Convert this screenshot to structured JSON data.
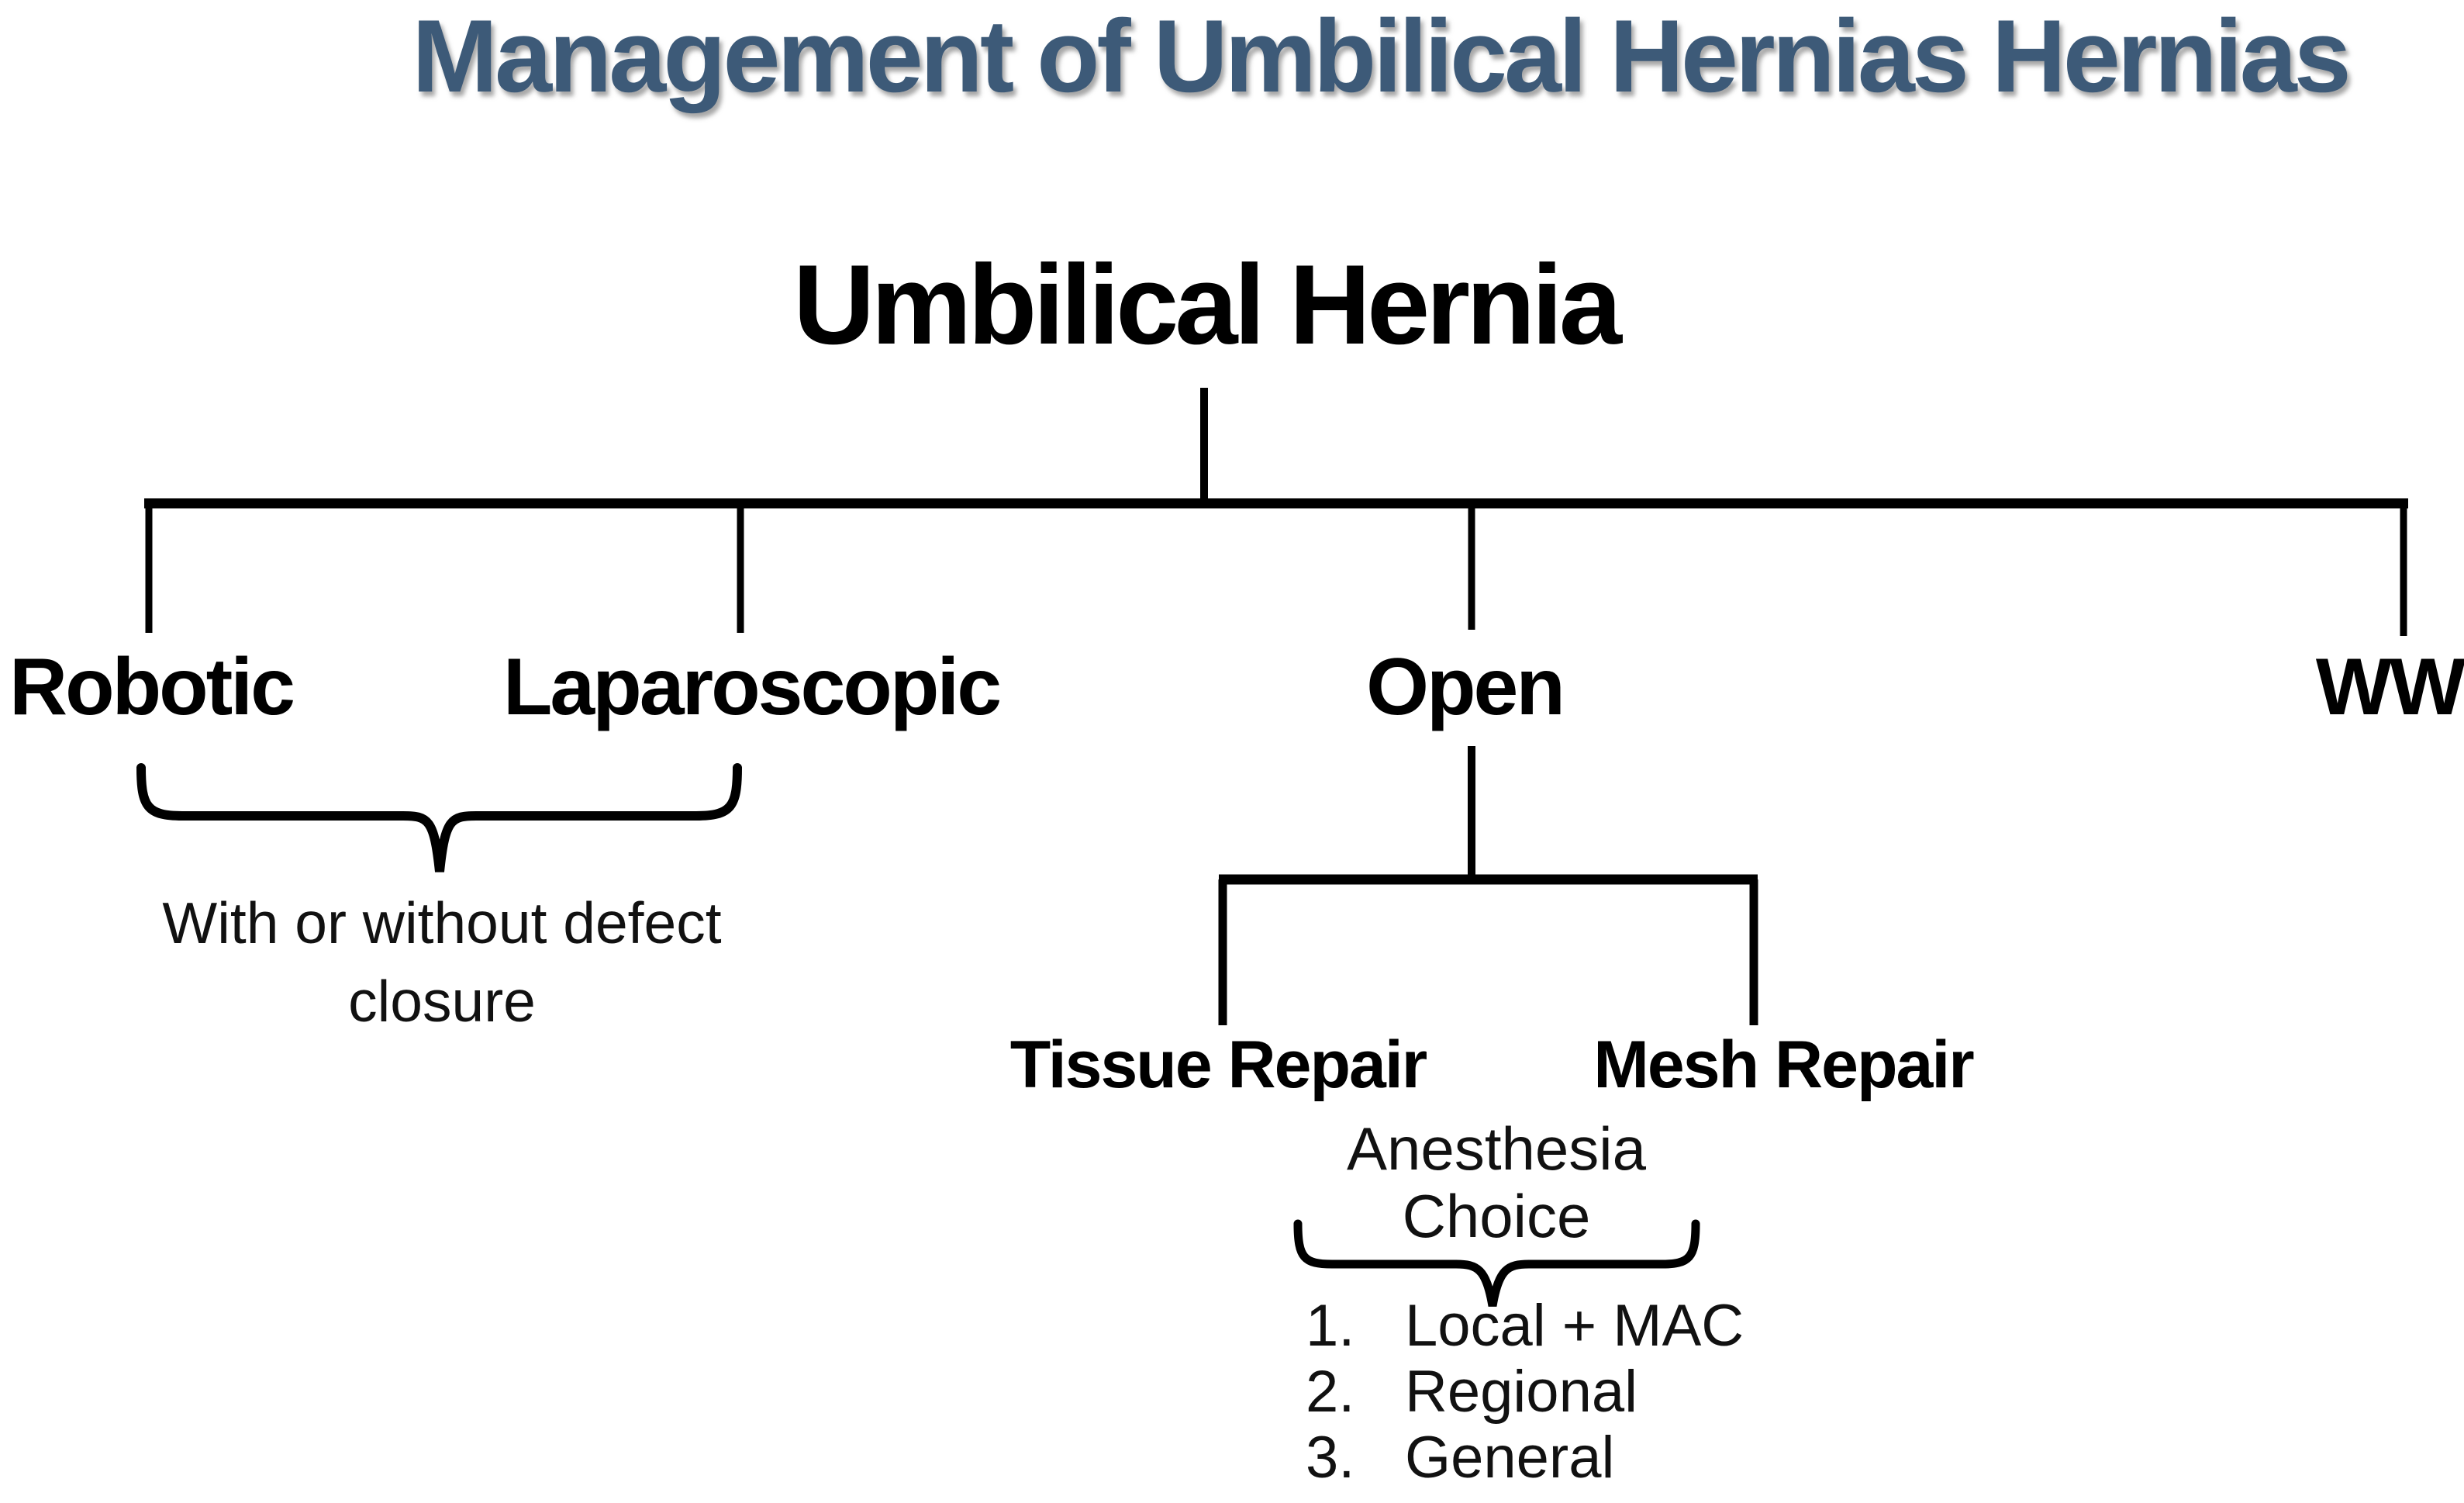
{
  "title": "Management of Umbilical Hernias Hernias",
  "root_node": "Umbilical Hernia",
  "branches": {
    "robotic": "Robotic",
    "laparoscopic": "Laparoscopic",
    "open": "Open",
    "watchful_waiting": "WW"
  },
  "robotic_lap_note": "With or without defect\nclosure",
  "open_children": {
    "tissue": "Tissue Repair",
    "mesh": "Mesh Repair"
  },
  "anesthesia": {
    "heading": "Anesthesia\nChoice",
    "options": [
      {
        "num": "1.",
        "label": "Local + MAC"
      },
      {
        "num": "2.",
        "label": "Regional"
      },
      {
        "num": "3.",
        "label": "General"
      }
    ]
  },
  "colors": {
    "title_text": "#3d5a78",
    "diagram_text": "#000000",
    "connector_line": "#000000",
    "background": "#ffffff"
  }
}
